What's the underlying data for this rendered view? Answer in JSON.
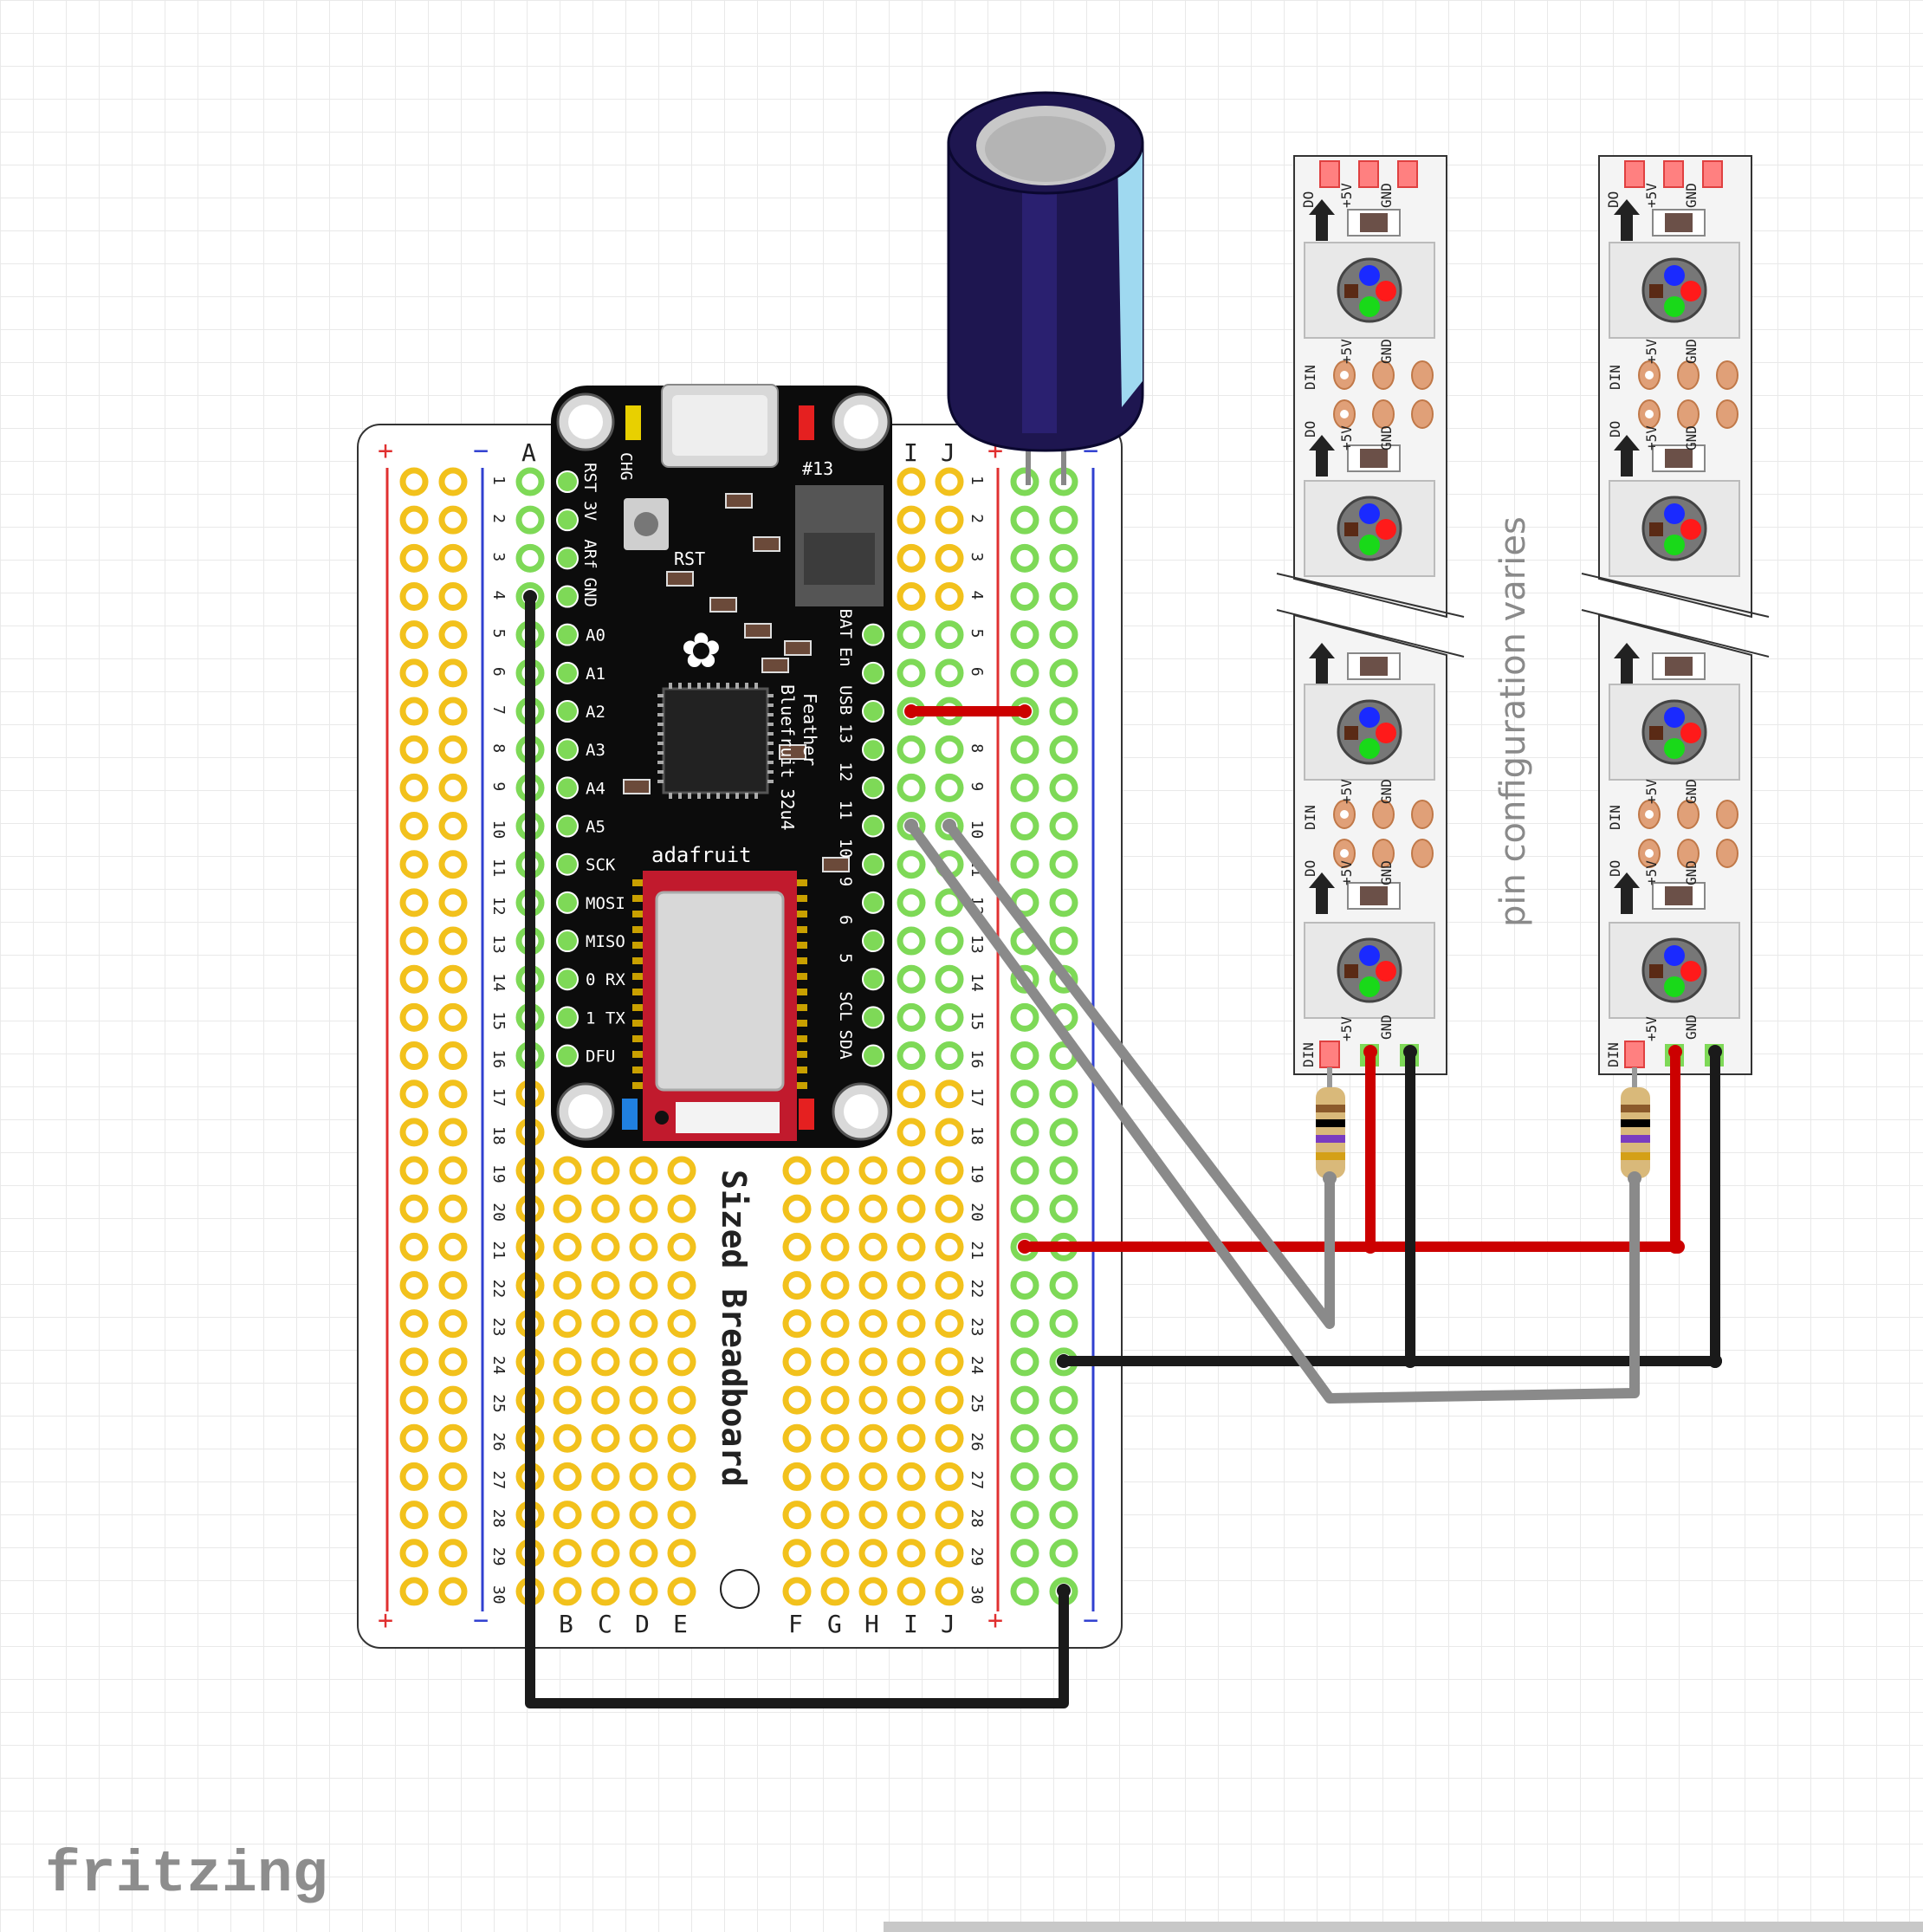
{
  "breadboard": {
    "title": "Sized Breadboard",
    "column_labels_top": [
      "A",
      "I",
      "J"
    ],
    "column_labels_bottom": [
      "B",
      "C",
      "D",
      "E",
      "F",
      "G",
      "H",
      "I",
      "J"
    ],
    "rail_plus": "+",
    "rail_minus": "−",
    "rows": [
      "1",
      "2",
      "3",
      "4",
      "5",
      "6",
      "7",
      "8",
      "9",
      "10",
      "11",
      "12",
      "13",
      "14",
      "15",
      "16",
      "17",
      "18",
      "19",
      "20",
      "21",
      "22",
      "23",
      "24",
      "25",
      "26",
      "27",
      "28",
      "29",
      "30"
    ]
  },
  "feather": {
    "brand": "adafruit",
    "name_lines": [
      "Feather",
      "Bluefruit 32u4"
    ],
    "left_pins": [
      "RST",
      "3V",
      "ARf",
      "GND",
      "A0",
      "A1",
      "A2",
      "A3",
      "A4",
      "A5",
      "SCK",
      "MOSI",
      "MISO",
      "0 RX",
      "1 TX",
      "DFU"
    ],
    "right_pins": [
      "BAT",
      "En",
      "USB",
      "13",
      "12",
      "11",
      "10",
      "9",
      "6",
      "5",
      "SCL",
      "SDA"
    ],
    "chg_label": "CHG",
    "led13_label": "#13",
    "rst_label": "RST"
  },
  "strip_labels": {
    "do": "DO",
    "din": "DIN",
    "plus5v": "+5V",
    "gnd": "GND"
  },
  "annotation": "pin configuration varies",
  "watermark": "fritzing",
  "colors": {
    "wire_red": "#cc0000",
    "wire_black": "#1a1a1a",
    "wire_gray": "#8a8a8a",
    "hole_yellow": "#f2c11c",
    "hole_green": "#7ed957",
    "rail_red": "#e03030",
    "rail_blue": "#3040d0",
    "cap_body": "#1e1650"
  }
}
